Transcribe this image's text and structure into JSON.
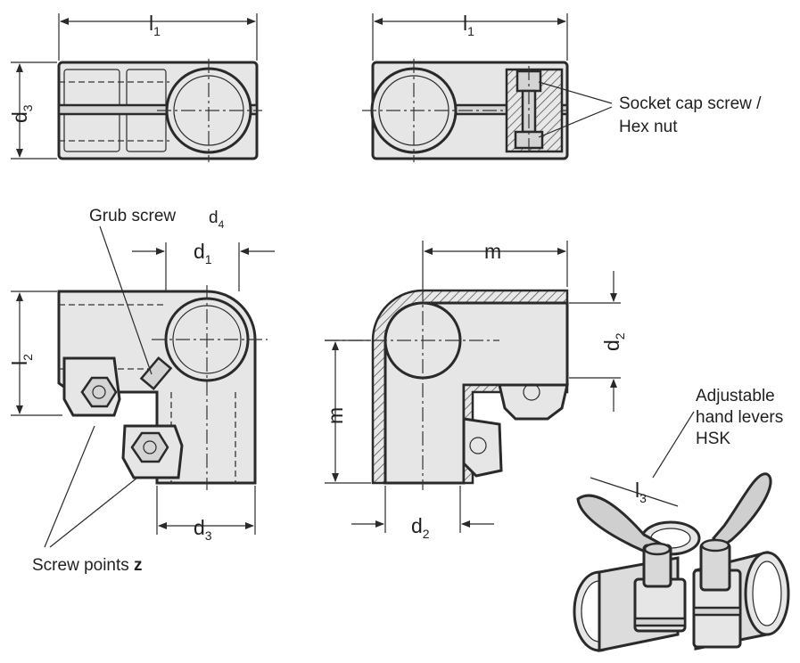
{
  "labels": {
    "socket_cap_screw_line1": "Socket cap screw /",
    "socket_cap_screw_line2": "Hex nut",
    "grub_screw": "Grub screw",
    "screw_points": "Screw points ",
    "screw_points_bold": "z",
    "adjustable_line1": "Adjustable",
    "adjustable_line2": "hand levers",
    "adjustable_line3": "HSK"
  },
  "dimensions": {
    "l1_main": "l",
    "l1_sub": "1",
    "d3_main": "d",
    "d3_sub": "3",
    "d4_main": "d",
    "d4_sub": "4",
    "d1_main": "d",
    "d1_sub": "1",
    "l2_main": "l",
    "l2_sub": "2",
    "m": "m",
    "d2_main": "d",
    "d2_sub": "2",
    "l3_main": "l",
    "l3_sub": "3"
  },
  "colors": {
    "line": "#2a2a2a",
    "body_fill": "#e6e6e6",
    "face_fill": "#d4d4d4",
    "background": "#ffffff"
  }
}
